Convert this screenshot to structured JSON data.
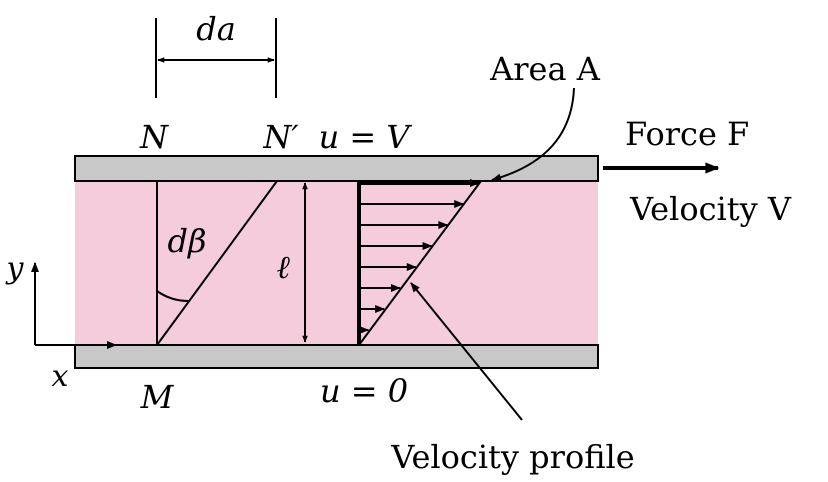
{
  "labels": {
    "da": "da",
    "n": "N",
    "n_prime": "N′",
    "top_condition": "u = V",
    "area": "Area A",
    "force": "Force F",
    "velocity": "Velocity  V",
    "d_beta": "dβ",
    "ell": "ℓ",
    "y_axis": "y",
    "x_axis": "x",
    "m": "M",
    "bottom_condition": "u = 0",
    "velocity_profile": "Velocity profile"
  },
  "colors": {
    "fluid": "#F5CCDB",
    "plate": "#C8C8C8",
    "line": "#000000"
  },
  "profile_arrow_count": 8
}
